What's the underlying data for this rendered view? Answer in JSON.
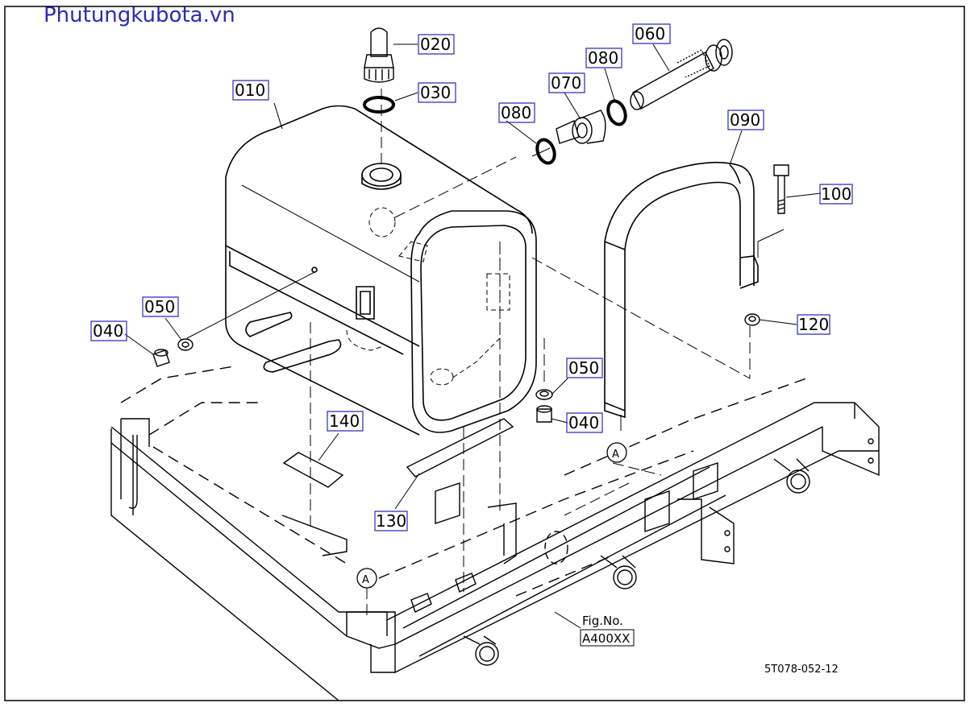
{
  "watermark": "Phutungkubota.vn",
  "figure": {
    "fig_label": "Fig.No.",
    "fig_code": "A400XX",
    "drawing_code": "5T078-052-12"
  },
  "callout_refs": {
    "a1": "A",
    "a2": "A"
  },
  "parts": {
    "p010": "010",
    "p020": "020",
    "p030": "030",
    "p040a": "040",
    "p040b": "040",
    "p050a": "050",
    "p050b": "050",
    "p060": "060",
    "p070": "070",
    "p080a": "080",
    "p080b": "080",
    "p090": "090",
    "p100": "100",
    "p120": "120",
    "p130": "130",
    "p140": "140"
  }
}
